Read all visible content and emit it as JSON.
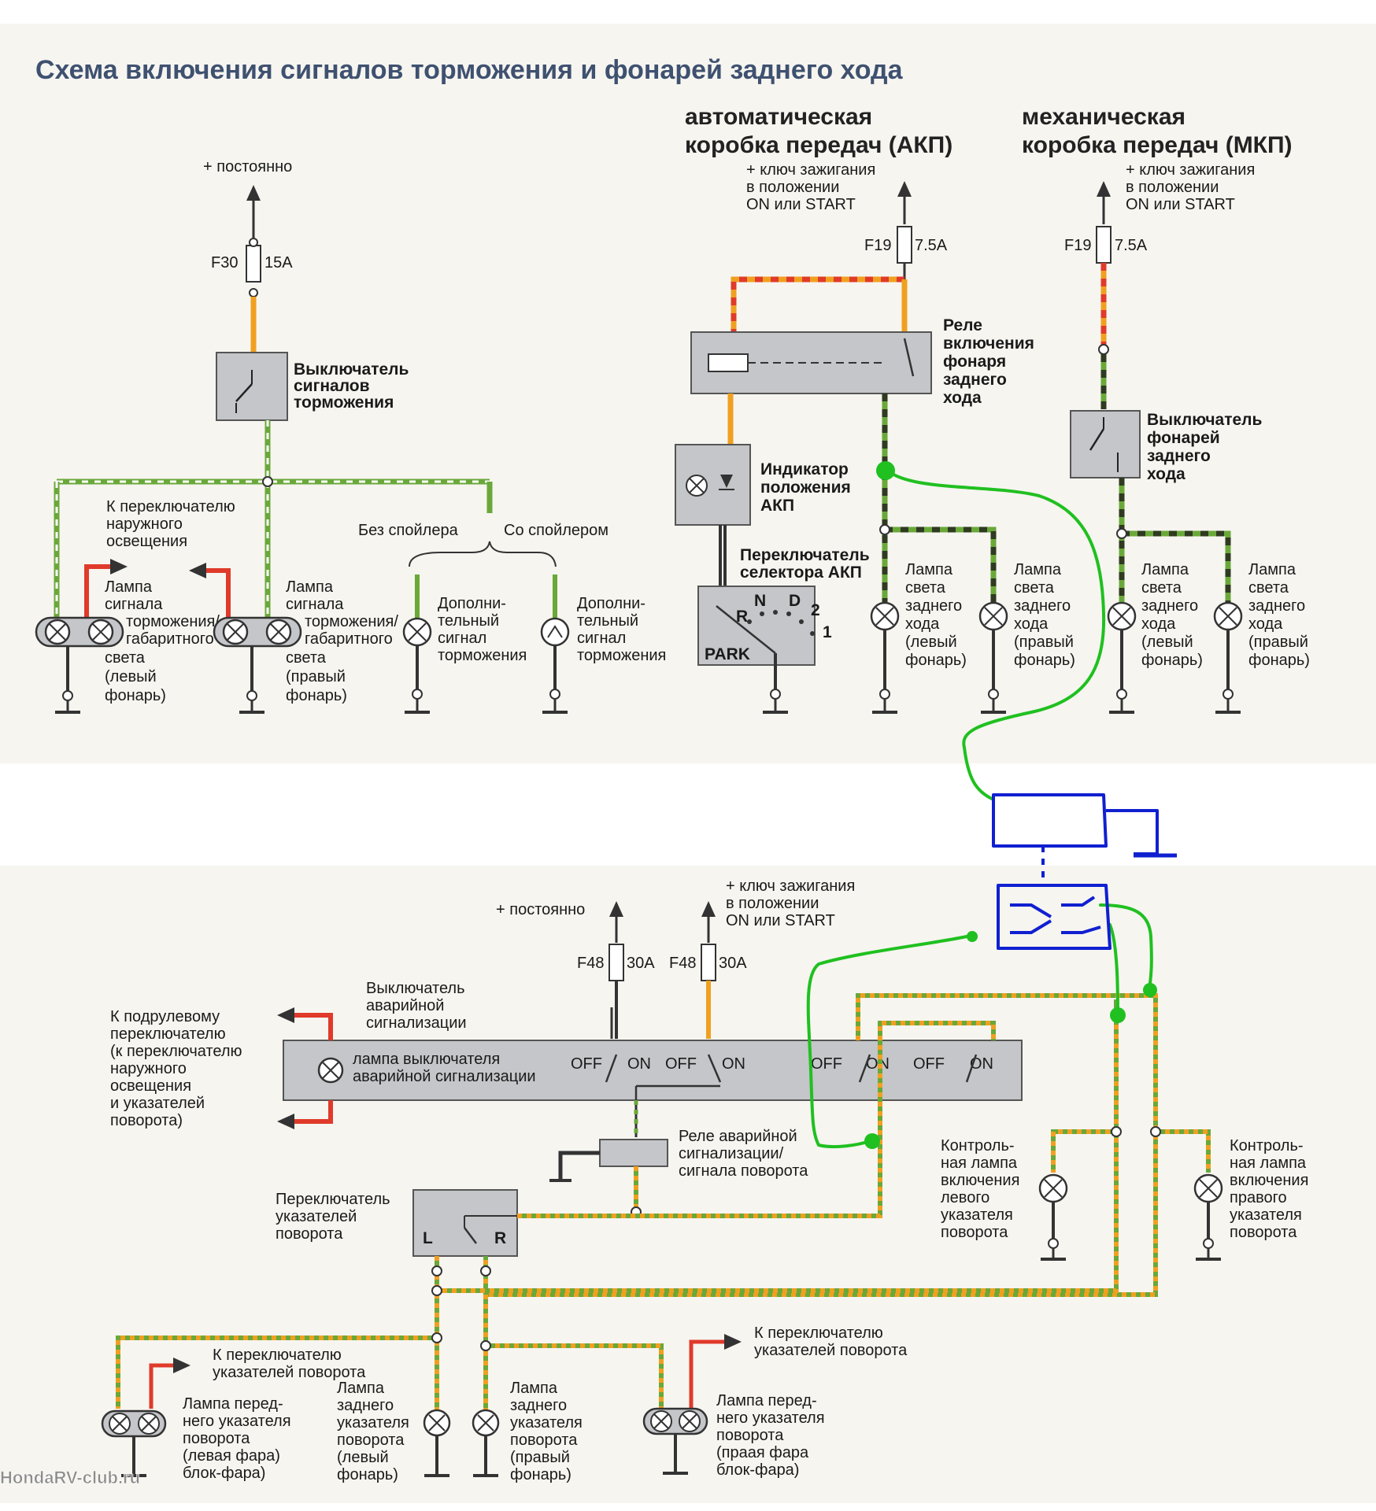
{
  "title": "Схема включения сигналов торможения и фонарей заднего хода",
  "top": {
    "constant_plus": "+ постоянно",
    "fuse_f30": "F30",
    "fuse_f30_rating": "15A",
    "brake_switch": [
      "Выключатель",
      "сигналов",
      "торможения"
    ],
    "to_light_switch": [
      "К переключателю",
      "наружного",
      "освещения"
    ],
    "lamp_left": [
      "Лампа",
      "сигнала",
      "торможения/",
      "габаритного",
      "света",
      "(левый",
      "фонарь)"
    ],
    "lamp_right": [
      "Лампа",
      "сигнала",
      "торможения/",
      "габаритного",
      "света",
      "(правый",
      "фонарь)"
    ],
    "no_spoiler": "Без спойлера",
    "with_spoiler": "Со спойлером",
    "extra_brake_1": [
      "Дополни-",
      "тельный",
      "сигнал",
      "торможения"
    ],
    "extra_brake_2": [
      "Дополни-",
      "тельный",
      "сигнал",
      "торможения"
    ],
    "akp_header": [
      "автоматическая",
      "коробка передач (АКП)"
    ],
    "mkp_header": [
      "механическая",
      "коробка передач (МКП)"
    ],
    "ignition_akp": [
      "+ ключ зажигания",
      "в положении",
      "ON или START"
    ],
    "ignition_mkp": [
      "+ ключ зажигания",
      "в положении",
      "ON или START"
    ],
    "fuse_f19": "F19",
    "fuse_f19_rating": "7.5A",
    "fuse_f19_mkp": "F19",
    "fuse_f19_mkp_rating": "7.5A",
    "reverse_relay": [
      "Реле",
      "включения",
      "фонаря",
      "заднего",
      "хода"
    ],
    "akp_indicator": [
      "Индикатор",
      "положения",
      "АКП"
    ],
    "akp_selector": [
      "Переключатель",
      "селектора АКП"
    ],
    "selector_positions": [
      "R",
      "N",
      "D",
      "2",
      "1",
      "PARK"
    ],
    "reverse_left_akp": [
      "Лампа",
      "света",
      "заднего",
      "хода",
      "(левый",
      "фонарь)"
    ],
    "reverse_right_akp": [
      "Лампа",
      "света",
      "заднего",
      "хода",
      "(правый",
      "фонарь)"
    ],
    "reverse_switch_mkp": [
      "Выключатель",
      "фонарей",
      "заднего",
      "хода"
    ],
    "reverse_left_mkp": [
      "Лампа",
      "света",
      "заднего",
      "хода",
      "(левый",
      "фонарь)"
    ],
    "reverse_right_mkp": [
      "Лампа",
      "света",
      "заднего",
      "хода",
      "(правый",
      "фонарь)"
    ]
  },
  "bottom": {
    "constant_plus": "+ постоянно",
    "ignition": [
      "+ ключ зажигания",
      "в положении",
      "ON или START"
    ],
    "fuse_a": "F48",
    "fuse_a_rating": "30A",
    "fuse_b": "F48",
    "fuse_b_rating": "30A",
    "hazard_switch": [
      "Выключатель",
      "аварийной",
      "сигнализации"
    ],
    "hazard_lamp": [
      "лампа выключателя",
      "аварийной сигнализации"
    ],
    "to_column_switch": [
      "К подрулевому",
      "переключателю",
      "(к переключателю",
      "наружного",
      "освещения",
      "и указателей",
      "поворота)"
    ],
    "switch_states": [
      "OFF",
      "ON",
      "OFF",
      "ON",
      "OFF",
      "ON",
      "OFF",
      "ON"
    ],
    "flasher_relay": [
      "Реле аварийной",
      "сигнализации/",
      "сигнала поворота"
    ],
    "turn_switch": [
      "Переключатель",
      "указателей",
      "поворота"
    ],
    "turn_switch_lr": [
      "L",
      "R"
    ],
    "left_indicator": [
      "Контроль-",
      "ная лампа",
      "включения",
      "левого",
      "указателя",
      "поворота"
    ],
    "right_indicator": [
      "Контроль-",
      "ная лампа",
      "включения",
      "правого",
      "указателя",
      "поворота"
    ],
    "to_turn_switch_1": [
      "К переключателю",
      "указателей поворота"
    ],
    "to_turn_switch_2": [
      "К переключателю",
      "указателей поворота"
    ],
    "front_left": [
      "Лампа перед-",
      "него указателя",
      "поворота",
      "(левая фара)",
      "блок-фара)"
    ],
    "rear_left": [
      "Лампа",
      "заднего",
      "указателя",
      "поворота",
      "(левый",
      "фонарь)"
    ],
    "rear_right": [
      "Лампа",
      "заднего",
      "указателя",
      "поворота",
      "(правый",
      "фонарь)"
    ],
    "front_right": [
      "Лампа перед-",
      "него указателя",
      "поворота",
      "(праая фара",
      "блок-фара)"
    ]
  },
  "watermark": "HondaRV-club.ru",
  "colors": {
    "wire_orange": "#f0a020",
    "wire_green": "#5a9a2a",
    "wire_dark": "#2f3a20",
    "wire_red": "#e03a2a",
    "annotation_green": "#20c020",
    "annotation_blue": "#1020d0"
  }
}
